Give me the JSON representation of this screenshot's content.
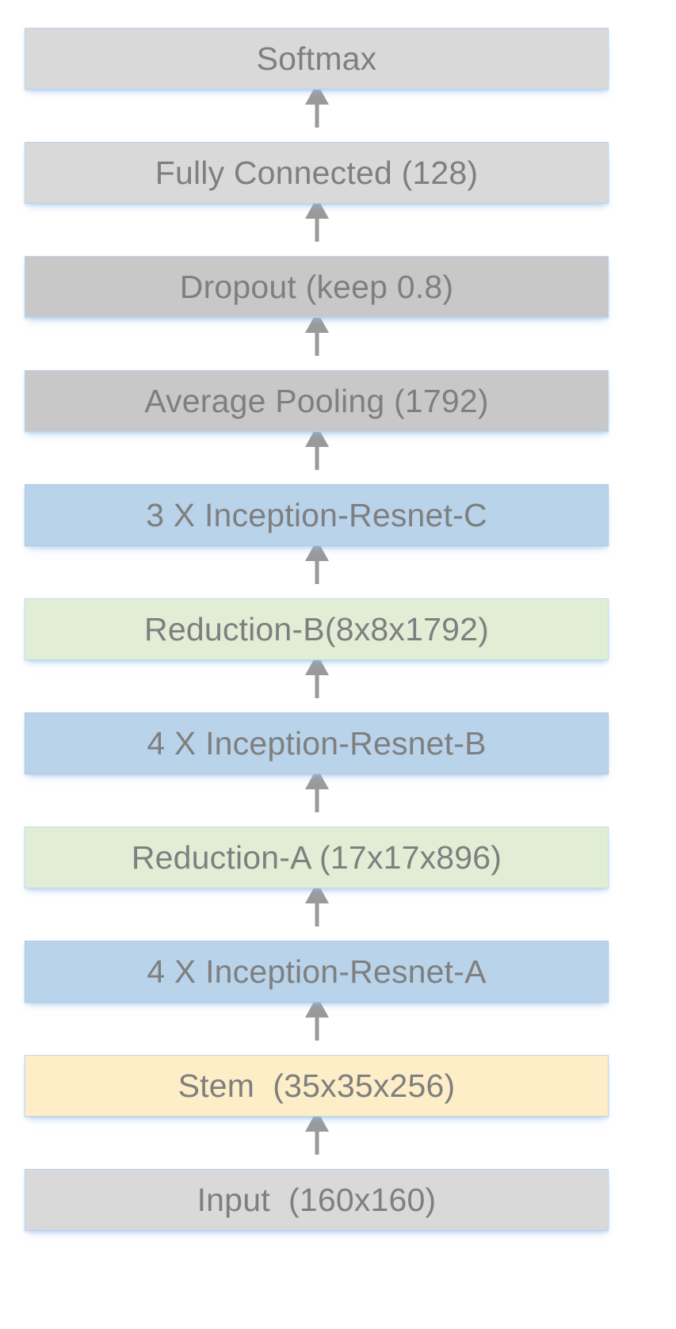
{
  "diagram": {
    "title": "Inception-ResNet network architecture stack",
    "orientation": "bottom-to-top",
    "arrow_color": "#9a9a9a",
    "text_color": "#7f7f7f",
    "background": "#ffffff",
    "palette": {
      "gray": "#d9d9d9",
      "gray_dark": "#c8c8c8",
      "blue": "#b8d3ea",
      "green": "#e2edd6",
      "yellow": "#fdeec8",
      "border_blue": "#b9d3ea"
    },
    "nodes": [
      {
        "label": "Softmax",
        "fill": "gray"
      },
      {
        "label": "Fully Connected (128)",
        "fill": "gray"
      },
      {
        "label": "Dropout (keep 0.8)",
        "fill": "gray_dark"
      },
      {
        "label": "Average Pooling (1792)",
        "fill": "gray_dark"
      },
      {
        "label": "3 X Inception-Resnet-C",
        "fill": "blue"
      },
      {
        "label": "Reduction-B(8x8x1792)",
        "fill": "green"
      },
      {
        "label": "4 X Inception-Resnet-B",
        "fill": "blue"
      },
      {
        "label": "Reduction-A (17x17x896)",
        "fill": "green"
      },
      {
        "label": "4 X Inception-Resnet-A",
        "fill": "blue"
      },
      {
        "label": "Stem  (35x35x256)",
        "fill": "yellow"
      },
      {
        "label": "Input  (160x160)",
        "fill": "gray"
      }
    ],
    "connectors": [
      {
        "from": "Fully Connected (128)",
        "to": "Softmax",
        "icon": "up-arrow-icon"
      },
      {
        "from": "Dropout (keep 0.8)",
        "to": "Fully Connected (128)",
        "icon": "up-arrow-icon"
      },
      {
        "from": "Average Pooling (1792)",
        "to": "Dropout (keep 0.8)",
        "icon": "up-arrow-icon"
      },
      {
        "from": "3 X Inception-Resnet-C",
        "to": "Average Pooling (1792)",
        "icon": "up-arrow-icon"
      },
      {
        "from": "Reduction-B(8x8x1792)",
        "to": "3 X Inception-Resnet-C",
        "icon": "up-arrow-icon"
      },
      {
        "from": "4 X Inception-Resnet-B",
        "to": "Reduction-B(8x8x1792)",
        "icon": "up-arrow-icon"
      },
      {
        "from": "Reduction-A (17x17x896)",
        "to": "4 X Inception-Resnet-B",
        "icon": "up-arrow-icon"
      },
      {
        "from": "4 X Inception-Resnet-A",
        "to": "Reduction-A (17x17x896)",
        "icon": "up-arrow-icon"
      },
      {
        "from": "Stem  (35x35x256)",
        "to": "4 X Inception-Resnet-A",
        "icon": "up-arrow-icon"
      },
      {
        "from": "Input  (160x160)",
        "to": "Stem  (35x35x256)",
        "icon": "up-arrow-icon"
      }
    ]
  }
}
